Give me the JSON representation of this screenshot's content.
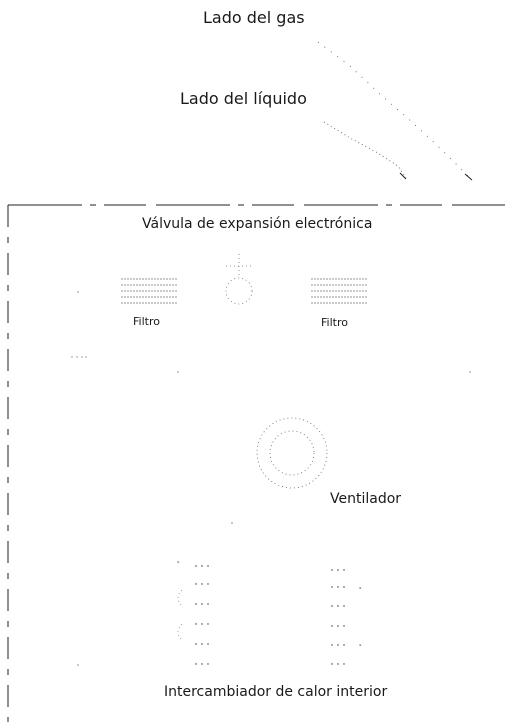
{
  "labels": {
    "gas_side": "Lado del gas",
    "liquid_side": "Lado del líquido",
    "expansion_valve": "Válvula de expansión electrónica",
    "filter_left": "Filtro",
    "filter_right": "Filtro",
    "fan": "Ventilador",
    "indoor_heat_exchanger": "Intercambiador de calor interior"
  }
}
